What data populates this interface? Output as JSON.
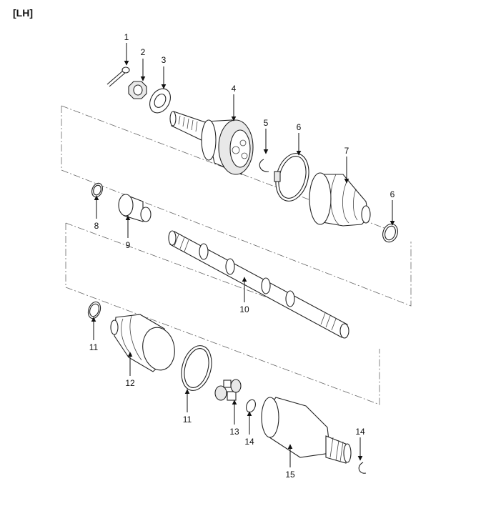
{
  "title": "[LH]",
  "callouts": [
    {
      "id": "c1",
      "text": "1"
    },
    {
      "id": "c2",
      "text": "2"
    },
    {
      "id": "c3",
      "text": "3"
    },
    {
      "id": "c4",
      "text": "4"
    },
    {
      "id": "c5",
      "text": "5"
    },
    {
      "id": "c6a",
      "text": "6"
    },
    {
      "id": "c7",
      "text": "7"
    },
    {
      "id": "c6b",
      "text": "6"
    },
    {
      "id": "c8",
      "text": "8"
    },
    {
      "id": "c9",
      "text": "9"
    },
    {
      "id": "c10",
      "text": "10"
    },
    {
      "id": "c11a",
      "text": "11"
    },
    {
      "id": "c12",
      "text": "12"
    },
    {
      "id": "c11b",
      "text": "11"
    },
    {
      "id": "c13",
      "text": "13"
    },
    {
      "id": "c14a",
      "text": "14"
    },
    {
      "id": "c15",
      "text": "15"
    },
    {
      "id": "c14b",
      "text": "14"
    }
  ]
}
